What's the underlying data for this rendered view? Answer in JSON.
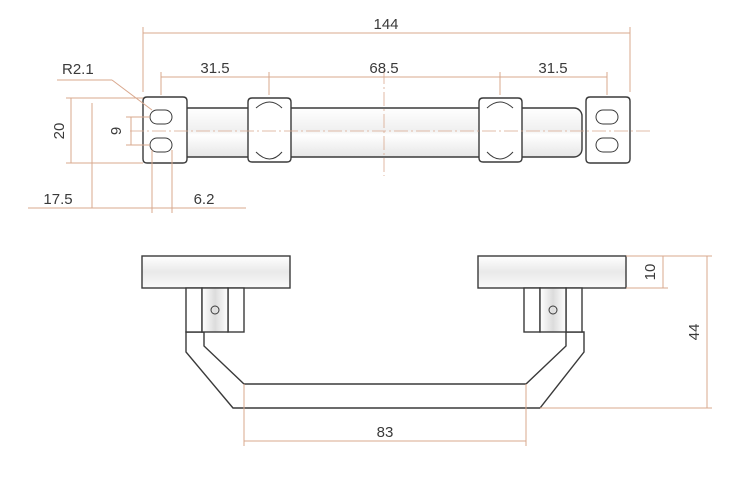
{
  "top_view": {
    "overall_length": "144",
    "left_spacing": "31.5",
    "center_spacing": "68.5",
    "right_spacing": "31.5",
    "radius": "R2.1",
    "plate_width": "20",
    "slot_spacing": "9",
    "left_offset": "17.5",
    "slot_width": "6.2"
  },
  "front_view": {
    "block_height": "10",
    "total_height": "44",
    "inner_width": "83"
  },
  "colors": {
    "dimension_line": "#d9a88e",
    "outline": "#3a3a3a",
    "background": "#ffffff"
  }
}
